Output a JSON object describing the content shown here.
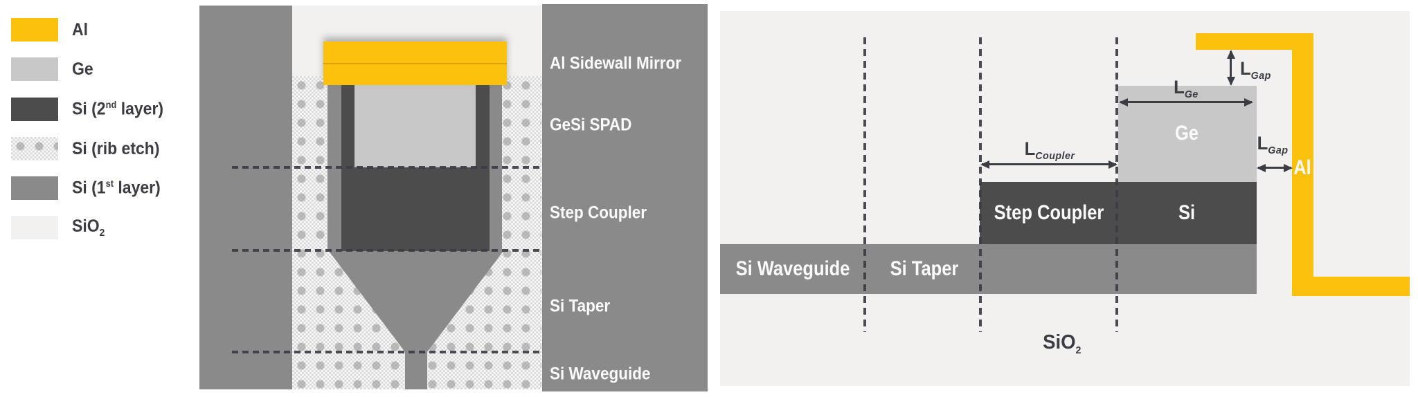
{
  "colors": {
    "al": "#FCC10D",
    "ge": "#C8C8C8",
    "si_2nd": "#4C4C4C",
    "si_1st": "#8A8A8A",
    "sio2": "#F2F1F0",
    "ink": "#3C3C45",
    "label_white": "#FAFAFA"
  },
  "legend": {
    "items": [
      {
        "id": "al",
        "label": "Al"
      },
      {
        "id": "ge",
        "label": "Ge"
      },
      {
        "id": "si2",
        "pre": "Si (2",
        "sup": "nd",
        "post": " layer)"
      },
      {
        "id": "rib",
        "label": "Si (rib etch)"
      },
      {
        "id": "si1",
        "pre": "Si (1",
        "sup": "st",
        "post": " layer)"
      },
      {
        "id": "sio2",
        "pre": "SiO",
        "sub": "2",
        "post": ""
      }
    ]
  },
  "left_panel": {
    "labels": [
      "Al Sidewall Mirror",
      "GeSi SPAD",
      "Step Coupler",
      "Si Taper",
      "Si Waveguide"
    ]
  },
  "right_panel": {
    "regions": {
      "waveguide": "Si Waveguide",
      "taper": "Si Taper",
      "coupler": "Step Coupler",
      "si": "Si",
      "ge": "Ge",
      "al": "Al"
    },
    "substrate": {
      "pre": "SiO",
      "sub": "2"
    },
    "dims": {
      "coupler": {
        "base": "L",
        "sub": "Coupler"
      },
      "ge": {
        "base": "L",
        "sub": "Ge"
      },
      "gap_top": {
        "base": "L",
        "sub": "Gap"
      },
      "gap_side": {
        "base": "L",
        "sub": "Gap"
      }
    }
  }
}
